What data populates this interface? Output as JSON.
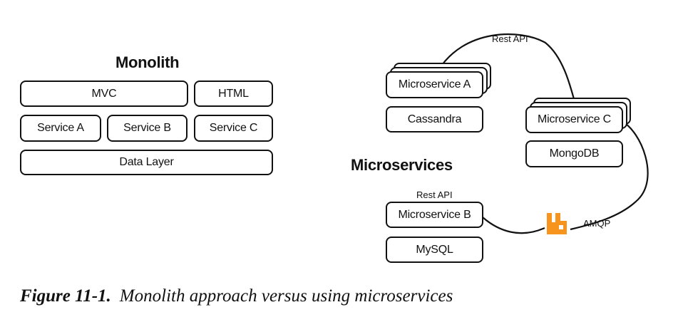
{
  "monolith": {
    "title": "Monolith",
    "mvc": "MVC",
    "html": "HTML",
    "service_a": "Service A",
    "service_b": "Service B",
    "service_c": "Service C",
    "data_layer": "Data Layer"
  },
  "microservices": {
    "title": "Microservices",
    "microservice_a": "Microservice A",
    "cassandra": "Cassandra",
    "microservice_c": "Microservice C",
    "mongodb": "MongoDB",
    "microservice_b": "Microservice B",
    "mysql": "MySQL",
    "rest_api_top": "Rest API",
    "rest_api_b": "Rest API",
    "amqp": "AMQP",
    "broker_icon": "rabbitmq-icon",
    "broker_color": "#f7941d"
  },
  "caption": {
    "figure": "Figure 11-1.",
    "text": "Monolith approach versus using microservices"
  }
}
